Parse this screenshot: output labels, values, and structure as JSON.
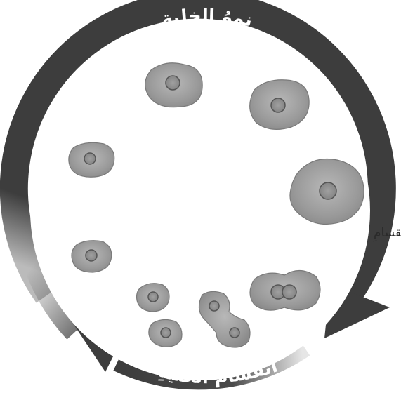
{
  "diagram": {
    "labels": {
      "cell_growth": "نموُ الخليةِ",
      "prepare_division": "التهيؤُ للانقسامِ",
      "cell_division": "انقسامُ الخليةِ"
    },
    "colors": {
      "ring_dark": "#3d3d3d",
      "ring_light": "#f2f2f2",
      "cell_fill": "#9d9d9d",
      "cell_edge": "#7a7a7a",
      "nucleus_fill": "#8c8c8c",
      "nucleus_ring": "#555555",
      "text_dark": "#2a2a2a"
    },
    "icons": {
      "growth_arrow": "curved-arrow-icon",
      "division_arrow": "curved-arrow-icon"
    }
  }
}
